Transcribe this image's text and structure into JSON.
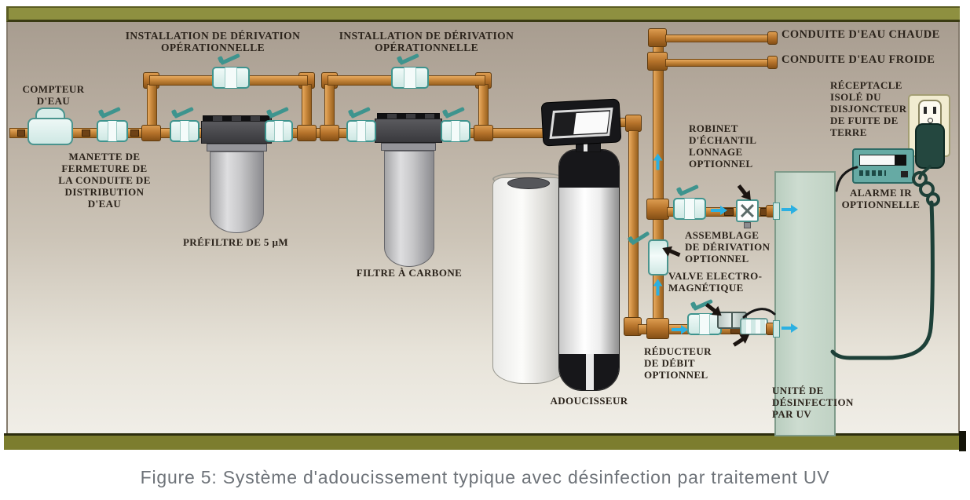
{
  "caption": "Figure 5: Système d'adoucissement typique avec désinfection par traitement UV",
  "labels": {
    "bypass_left": {
      "lines": [
        "INSTALLATION DE DÉRIVATION",
        "OPÉRATIONNELLE"
      ]
    },
    "bypass_right": {
      "lines": [
        "INSTALLATION DE DÉRIVATION",
        "OPÉRATIONNELLE"
      ]
    },
    "water_meter": {
      "lines": [
        "COMPTEUR",
        "D'EAU"
      ]
    },
    "shutoff_valve": {
      "lines": [
        "MANETTE DE",
        "FERMETURE DE",
        "LA CONDUITE DE",
        "DISTRIBUTION",
        "D'EAU"
      ]
    },
    "prefilter": {
      "lines": [
        "PRÉFILTRE DE 5 µM"
      ]
    },
    "carbon_filter": {
      "lines": [
        "FILTRE À CARBONE"
      ]
    },
    "softener": {
      "lines": [
        "ADOUCISSEUR"
      ]
    },
    "hot_line": {
      "lines": [
        "CONDUITE D'EAU CHAUDE"
      ]
    },
    "cold_line": {
      "lines": [
        "CONDUITE D'EAU FROIDE"
      ]
    },
    "gfci": {
      "lines": [
        "RÉCEPTACLE",
        "ISOLÉ DU",
        "DISJONCTEUR",
        "DE FUITE DE",
        "TERRE"
      ]
    },
    "sampling": {
      "lines": [
        "ROBINET",
        "D'ÉCHANTIL",
        "LONNAGE",
        "OPTIONNEL"
      ]
    },
    "ir_alarm": {
      "lines": [
        "ALARME IR",
        "OPTIONNELLE"
      ]
    },
    "bypass_asm": {
      "lines": [
        "ASSEMBLAGE",
        "DE DÉRIVATION",
        "OPTIONNEL"
      ]
    },
    "solenoid": {
      "lines": [
        "VALVE ELECTRO-",
        "MAGNÉTIQUE"
      ]
    },
    "flow_reducer": {
      "lines": [
        "RÉDUCTEUR",
        "DE DÉBIT",
        "OPTIONNEL"
      ]
    },
    "uv_unit": {
      "lines": [
        "UNITÉ DE",
        "DÉSINFECTION",
        "PAR UV"
      ]
    }
  },
  "colors": {
    "copper": "#c8883c",
    "valve_teal": "#3e948e",
    "valve_fill": "#f4fbfa",
    "flow_blue": "#2bb0e2",
    "olive_top": "#8e9040",
    "olive_bottom": "#7c7d2e",
    "uv_green": "#cddcd0",
    "cord_teal": "#1d4038",
    "ink": "#2b231b",
    "caption_grey": "#6e7379",
    "bg_top": "#a59a8d",
    "bg_bottom": "#f2f0ea"
  }
}
